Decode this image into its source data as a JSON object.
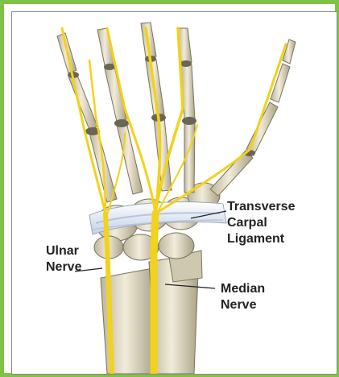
{
  "labels": {
    "ligament": [
      "Transverse",
      "Carpal",
      "Ligament"
    ],
    "ulnar": [
      "Ulnar",
      "Nerve"
    ],
    "median": [
      "Median",
      "Nerve"
    ]
  },
  "colors": {
    "frame": "#7ec443",
    "nerve": "#f2d21a",
    "bone": "#e9e4cf",
    "ligament": "#e6ecf5",
    "text": "#222222"
  }
}
